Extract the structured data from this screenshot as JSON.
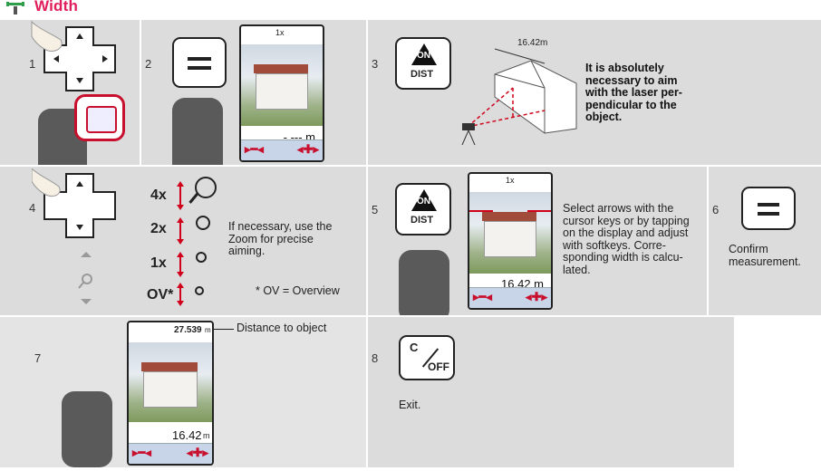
{
  "title": "Width",
  "steps": {
    "s1": "1",
    "s2": "2",
    "s3": "3",
    "s4": "4",
    "s5": "5",
    "s6": "6",
    "s7": "7",
    "s8": "8"
  },
  "panel3": {
    "key_top": "ON",
    "key_bottom": "DIST",
    "dimension": "16.42m",
    "note": [
      "It is absolutely",
      "necessary to aim",
      "with the laser per-",
      "pendicular to the",
      "object."
    ]
  },
  "panel4": {
    "zoom_levels": [
      "4x",
      "2x",
      "1x",
      "OV*"
    ],
    "text": [
      "If necessary, use the",
      "Zoom for precise",
      "aiming."
    ],
    "footnote": "* OV = Overview"
  },
  "panel5": {
    "key_top": "ON",
    "key_bottom": "DIST",
    "zoom_label": "1x",
    "readout": "16.42 m",
    "text": [
      "Select arrows with the",
      "cursor keys or by tapping",
      "on the display and adjust",
      "with softkeys. Corre-",
      "sponding width is calcu-",
      "lated."
    ]
  },
  "panel2": {
    "zoom_label": "1x",
    "readout": "-.--- m"
  },
  "panel6": {
    "text": [
      "Confirm",
      "measurement."
    ]
  },
  "panel7": {
    "distance_value": "27.539",
    "distance_unit": "m",
    "distance_label": "Distance to object",
    "readout": "16.42",
    "readout_unit": "m"
  },
  "panel8": {
    "key_top": "C",
    "key_bottom": "OFF",
    "text": "Exit."
  },
  "colors": {
    "accent": "#e01e5a",
    "laser": "#d0021b",
    "panel": "#dcdcdc"
  }
}
